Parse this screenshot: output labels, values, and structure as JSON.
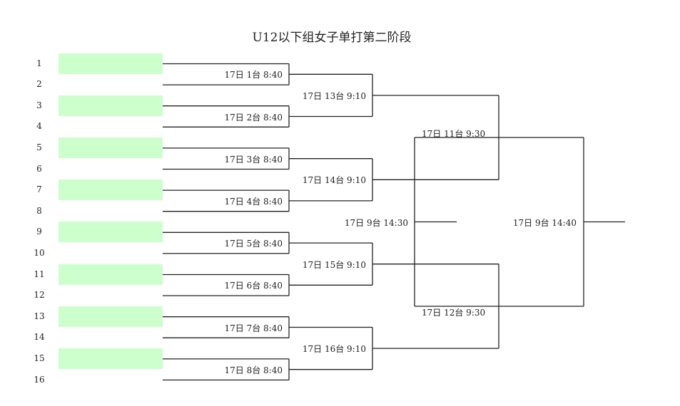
{
  "title": "U12以下组女子单打第二阶段",
  "seeds": [
    "1",
    "2",
    "3",
    "4",
    "5",
    "6",
    "7",
    "8",
    "9",
    "10",
    "11",
    "12",
    "13",
    "14",
    "15",
    "16"
  ],
  "slot_color": "#ccffcc",
  "round1": [
    "17日 1台 8:40",
    "17日 2台 8:40",
    "17日 3台 8:40",
    "17日 4台 8:40",
    "17日 5台 8:40",
    "17日 6台 8:40",
    "17日 7台 8:40",
    "17日 8台 8:40"
  ],
  "round2": [
    "17日 13台 9:10",
    "17日 14台 9:10",
    "17日 15台 9:10",
    "17日 16台 9:10"
  ],
  "semis": [
    "17日 11台 9:30",
    "17日 12台 9:30"
  ],
  "third_place": "17日 9台 14:30",
  "final": "17日 9台 14:40"
}
